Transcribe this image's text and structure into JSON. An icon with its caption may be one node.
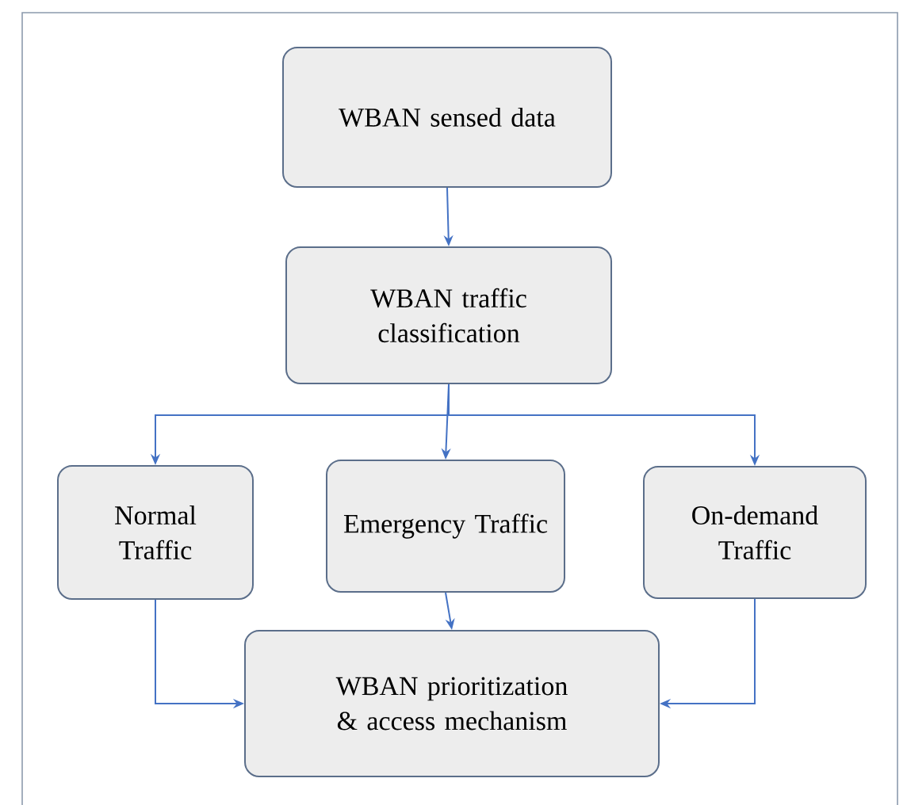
{
  "diagram": {
    "nodes": [
      {
        "text": [
          "WBAN sensed data"
        ]
      },
      {
        "text": [
          "WBAN traffic classification"
        ]
      },
      {
        "text": [
          "Normal Traffic"
        ]
      },
      {
        "text": [
          "Emergency Traffic"
        ]
      },
      {
        "text": [
          "On-demand Traffic"
        ]
      },
      {
        "text": [
          "WBAN prioritization & access mechanism"
        ]
      }
    ],
    "edges": [
      {
        "from": 0,
        "to": 1,
        "arrow": "to"
      },
      {
        "from": 1,
        "to": 2,
        "arrow": "to"
      },
      {
        "from": 1,
        "to": 3,
        "arrow": "to"
      },
      {
        "from": 1,
        "to": 4,
        "arrow": "to"
      },
      {
        "from": 2,
        "to": 5,
        "arrow": "to"
      },
      {
        "from": 3,
        "to": 5,
        "arrow": "to"
      },
      {
        "from": 4,
        "to": 5,
        "arrow": "to"
      }
    ]
  }
}
